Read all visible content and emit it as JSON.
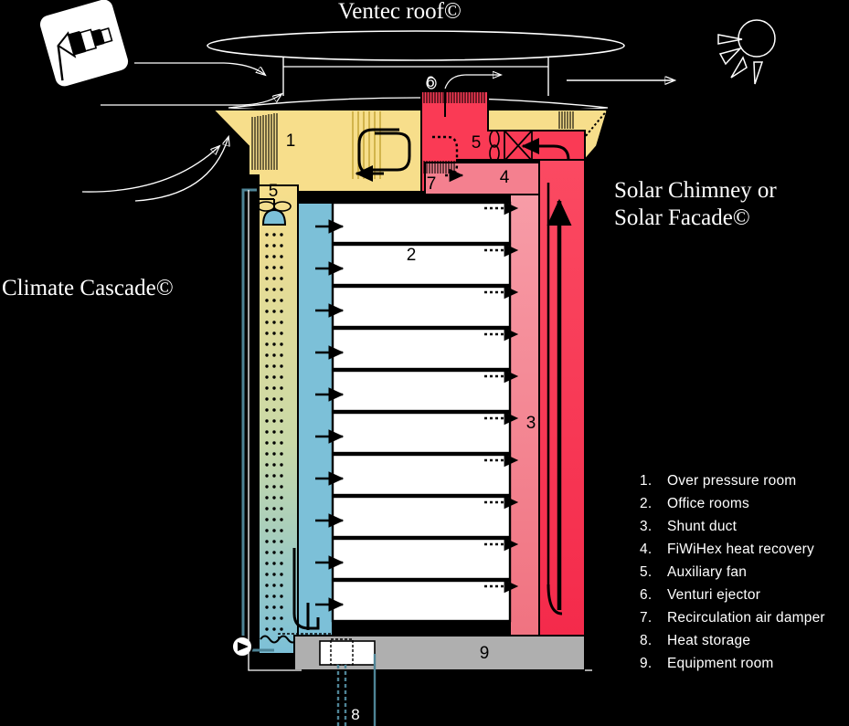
{
  "diagram": {
    "title_ventec": "Ventec roof©",
    "title_solar": "Solar Chimney or\nSolar Facade©",
    "title_cascade": "Climate Cascade©"
  },
  "tags": {
    "over_pressure_room": "1",
    "office_rooms": "2",
    "shunt_duct": "3",
    "heat_recovery": "4",
    "aux_fan_left": "5",
    "aux_fan_right": "5",
    "venturi_ejector": "6",
    "recirc_damper": "7",
    "heat_storage": "8",
    "equipment_room": "9"
  },
  "legend": {
    "items": [
      {
        "num": "1.",
        "label": "Over pressure room"
      },
      {
        "num": "2.",
        "label": "Office rooms"
      },
      {
        "num": "3.",
        "label": "Shunt duct"
      },
      {
        "num": "4.",
        "label": "FiWiHex heat recovery"
      },
      {
        "num": "5.",
        "label": "Auxiliary fan"
      },
      {
        "num": "6.",
        "label": "Venturi ejector"
      },
      {
        "num": "7.",
        "label": "Recirculation air damper"
      },
      {
        "num": "8.",
        "label": "Heat storage"
      },
      {
        "num": "9.",
        "label": "Equipment room"
      }
    ]
  },
  "icons": {
    "wind": "windsock-icon",
    "sun": "sun-icon"
  },
  "colors": {
    "yellow": "#F7DE8B",
    "blue": "#7CC0D8",
    "pink": "#F4808F",
    "red": "#FA3A55",
    "gray": "#AFAFAF",
    "background": "#000000",
    "outline": "#000000",
    "white": "#FFFFFF"
  }
}
